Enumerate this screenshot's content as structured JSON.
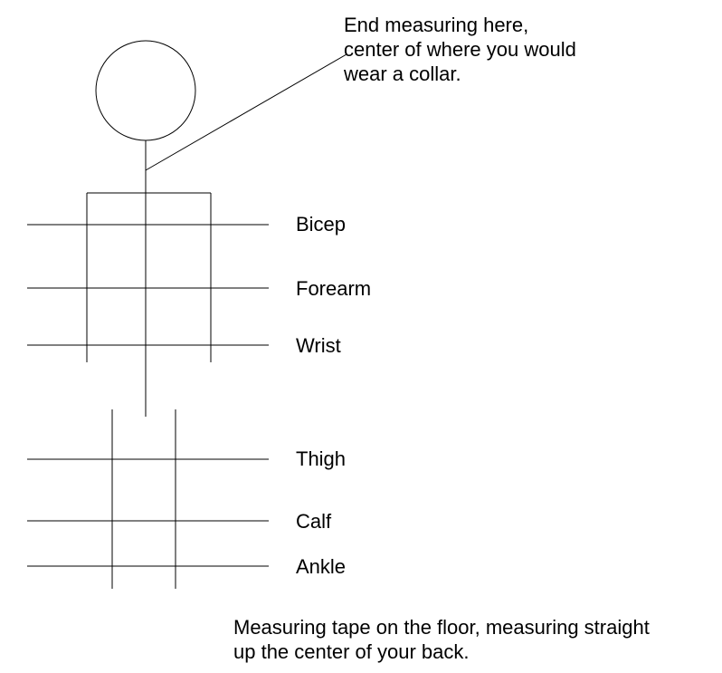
{
  "annotations": {
    "collar": {
      "line1": "End measuring here,",
      "line2": "center of where you would",
      "line3": "wear a collar."
    },
    "floor": {
      "line1": "Measuring tape on the floor, measuring straight",
      "line2": "up the center of your back."
    }
  },
  "measurements": {
    "bicep": "Bicep",
    "forearm": "Forearm",
    "wrist": "Wrist",
    "thigh": "Thigh",
    "calf": "Calf",
    "ankle": "Ankle"
  }
}
